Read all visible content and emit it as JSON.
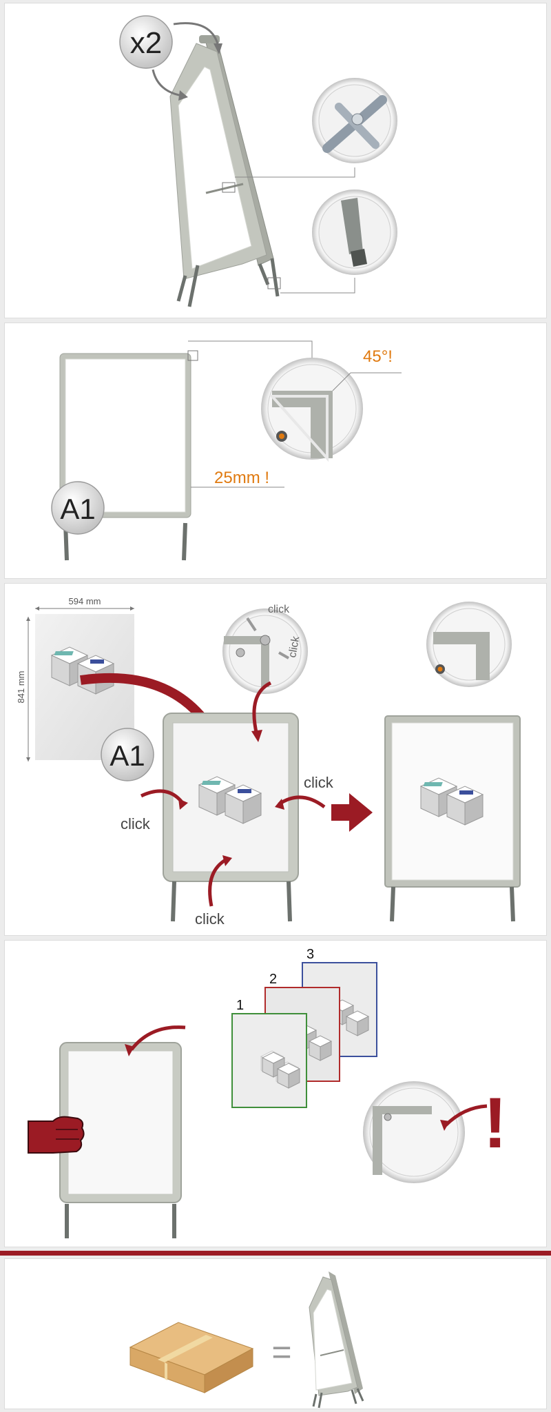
{
  "colors": {
    "accent_red": "#9b1b24",
    "warning_orange": "#e07a10",
    "frame_silver": "#b9bcb4",
    "leg_gray": "#6c716d",
    "box_cardboard": "#d9a866"
  },
  "step1": {
    "badge": "x2"
  },
  "step2": {
    "badge": "A1",
    "angle_note": "45°!",
    "width_note": "25mm !"
  },
  "step3": {
    "badge": "A1",
    "dim_width": "594 mm",
    "dim_height": "841 mm",
    "click_top_1": "click",
    "click_top_2": "click",
    "click_left": "click",
    "click_right": "click",
    "click_bottom": "click"
  },
  "step4": {
    "stack_num_1": "1",
    "stack_num_2": "2",
    "stack_num_3": "3",
    "warning_mark": "!"
  },
  "step5": {
    "equals": "="
  }
}
